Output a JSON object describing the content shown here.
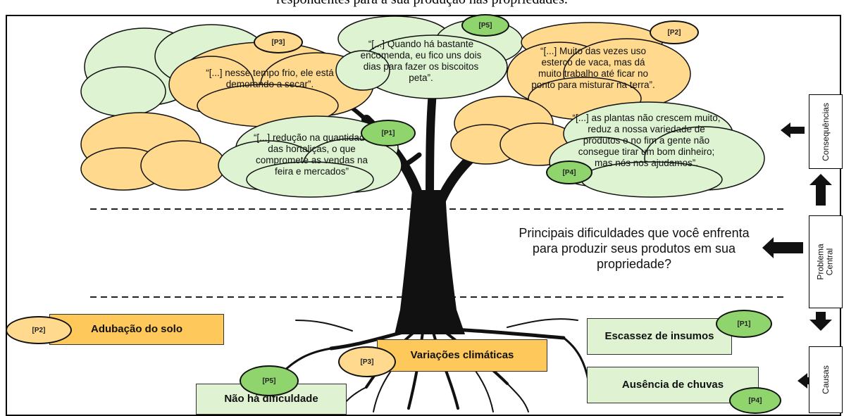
{
  "caption": "respondentes para a sua produção nas propriedades.",
  "question": "Principais dificuldades que você enfrenta para produzir seus produtos em sua propriedade?",
  "side_labels": {
    "consequences": "Consequências",
    "problem": "Problema\nCentral",
    "causes": "Causas"
  },
  "quotes": {
    "p3": "“[...] nesse tempo frio, ele está demorando a secar”.",
    "p5": "“[...] Quando há bastante encomenda, eu fico uns dois dias para fazer os biscoitos peta”.",
    "p2": "“[...] Muito das vezes uso esterco de vaca, mas dá muito trabalho até ficar no ponto para misturar na terra”.",
    "p1": "“[...] redução na quantidade das hortaliças, o que compromete as vendas na feira e mercados”",
    "p4": "“[...] as plantas não crescem muito, reduz a nossa variedade de produtos e no fim a gente não consegue tirar um bom dinheiro; mas nós nos ajudamos”."
  },
  "tags": {
    "p1": "[P1]",
    "p2": "[P2]",
    "p3": "[P3]",
    "p4": "[P4]",
    "p5": "[P5]"
  },
  "causes": {
    "adubacao": "Adubação do solo",
    "variacoes": "Variações climáticas",
    "nao_ha": "Não há dificuldade",
    "escassez": "Escassez de insumos",
    "ausencia": "Ausência de chuvas"
  },
  "colors": {
    "orange_cloud": "#ffd98e",
    "green_cloud": "#ddf3d2",
    "orange_box": "#ffc85a",
    "green_box": "#dff3d3",
    "green_tag": "#8fd46c",
    "trunk": "#111111"
  }
}
